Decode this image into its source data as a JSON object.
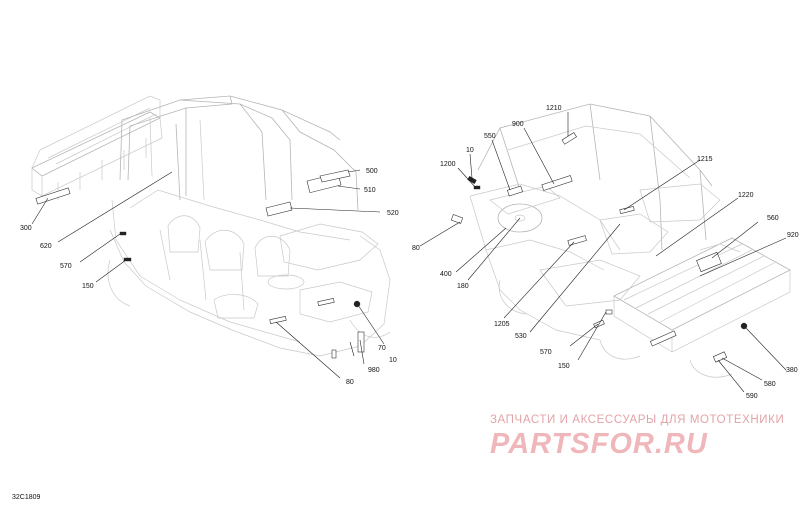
{
  "diagram": {
    "callouts_left": [
      "500",
      "510",
      "520",
      "300",
      "620",
      "570",
      "150",
      "70",
      "10",
      "980",
      "80"
    ],
    "callouts_right": [
      "1210",
      "900",
      "550",
      "10",
      "1200",
      "1215",
      "1220",
      "560",
      "920",
      "80",
      "400",
      "180",
      "1205",
      "530",
      "570",
      "150",
      "380",
      "580",
      "590"
    ],
    "drawing_code": "32C1809"
  },
  "watermark": {
    "caption": "ЗАПЧАСТИ И АКСЕССУАРЫ ДЛЯ МОТОТЕХНИКИ",
    "logo": "PARTSFOR.RU",
    "color": "#f0b7ba"
  }
}
